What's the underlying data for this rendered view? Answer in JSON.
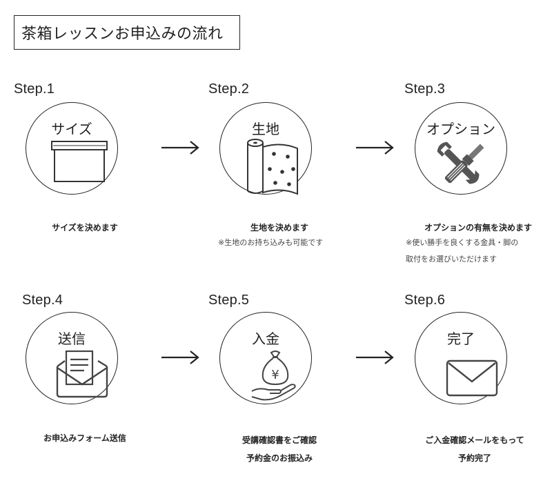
{
  "title": "茶箱レッスンお申込みの流れ",
  "steps": [
    {
      "label": "Step.1",
      "name": "サイズ",
      "caption": "サイズを決めます",
      "note": ""
    },
    {
      "label": "Step.2",
      "name": "生地",
      "caption": "生地を決めます",
      "note": "※生地のお持ち込みも可能です"
    },
    {
      "label": "Step.3",
      "name": "オプション",
      "caption": "オプションの有無を決めます",
      "note_lines": [
        "※使い勝手を良くする金具・脚の",
        "取付をお選びいただけます"
      ]
    },
    {
      "label": "Step.4",
      "name": "送信",
      "caption": "お申込みフォーム送信"
    },
    {
      "label": "Step.5",
      "name": "入金",
      "caption_lines": [
        "受講確認書をご確認",
        "予約金のお振込み"
      ]
    },
    {
      "label": "Step.6",
      "name": "完了",
      "caption_lines": [
        "ご入金確認メールをもって",
        "予約完了"
      ]
    }
  ],
  "icons": [
    "box-icon",
    "fabric-roll-icon",
    "tools-icon",
    "envelope-letter-icon",
    "money-bag-icon",
    "mail-icon"
  ],
  "colors": {
    "line": "#222222",
    "icon_gray": "#555555"
  }
}
